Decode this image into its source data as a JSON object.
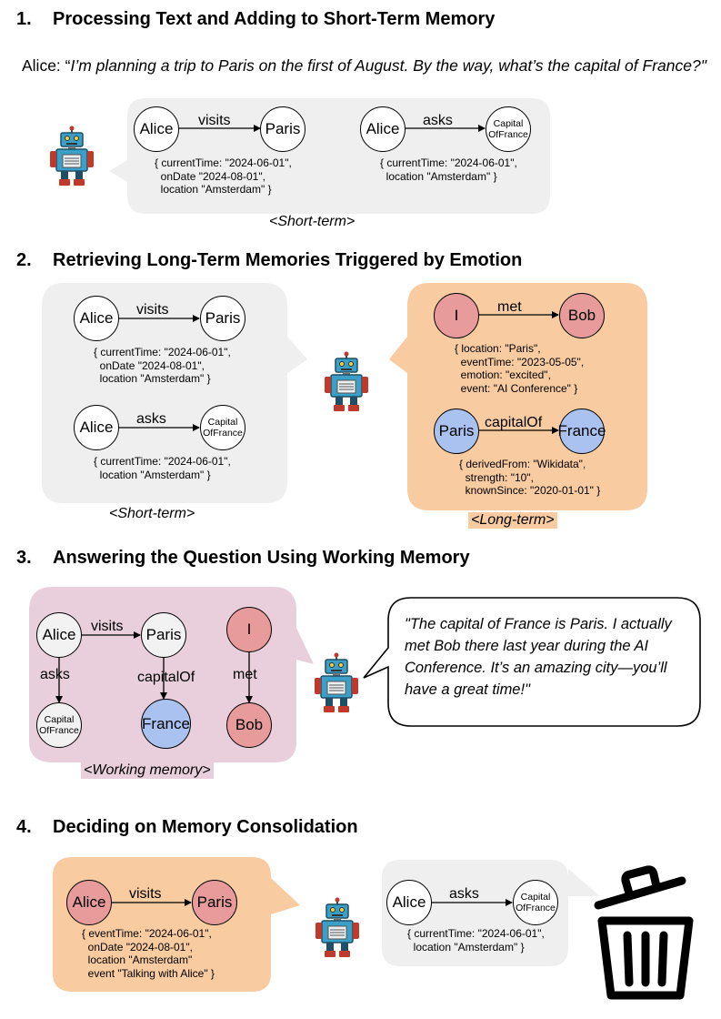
{
  "sections": [
    {
      "num": "1.",
      "title": "Processing Text and Adding to Short-Term Memory"
    },
    {
      "num": "2.",
      "title": "Retrieving Long-Term Memories Triggered by Emotion"
    },
    {
      "num": "3.",
      "title": "Answering the Question Using Working Memory"
    },
    {
      "num": "4.",
      "title": "Deciding on Memory Consolidation"
    }
  ],
  "quote": {
    "speaker": "Alice: “",
    "text": "I’m planning a trip to Paris on the first of August. By the way, what’s the capital of France?\""
  },
  "nodes": {
    "alice": "Alice",
    "paris": "Paris",
    "capital_line1": "Capital",
    "capital_line2": "OfFrance",
    "i": "I",
    "bob": "Bob",
    "france": "France"
  },
  "edges": {
    "visits": "visits",
    "asks": "asks",
    "met": "met",
    "capitalOf": "capitalOf"
  },
  "props": {
    "visit_short": "{ currentTime: \"2024-06-01\",\n  onDate \"2024-08-01\",\n  location \"Amsterdam\" }",
    "asks_short": "{ currentTime: \"2024-06-01\",\n  location \"Amsterdam\" }",
    "met_long": "{ location: \"Paris\",\n  eventTime: \"2023-05-05\",\n  emotion: \"excited\",\n  event: \"AI Conference\" }",
    "capital_long": "{ derivedFrom: \"Wikidata\",\n  strength: \"10\",\n  knownSince: \"2020-01-01\" }",
    "visit_consolidated": "{ eventTime: \"2024-06-01\",\n  onDate \"2024-08-01\",\n  location \"Amsterdam\"\n  event \"Talking with Alice\" }"
  },
  "captions": {
    "short_term": "<Short-term>",
    "long_term": "<Long-term>",
    "working_memory": "<Working memory>"
  },
  "answer": "\"The capital of France is Paris. I actually met Bob there last year during the AI Conference. It’s an amazing city—you’ll have a great time!\"",
  "colors": {
    "grey_bubble": "#efefef",
    "orange_bubble": "#f8cba0",
    "pink_bubble": "#e8cfdb",
    "node_pink": "#e79b9b",
    "node_blue": "#a9c2f0"
  },
  "icons": [
    "robot-icon",
    "trash-can-icon"
  ]
}
